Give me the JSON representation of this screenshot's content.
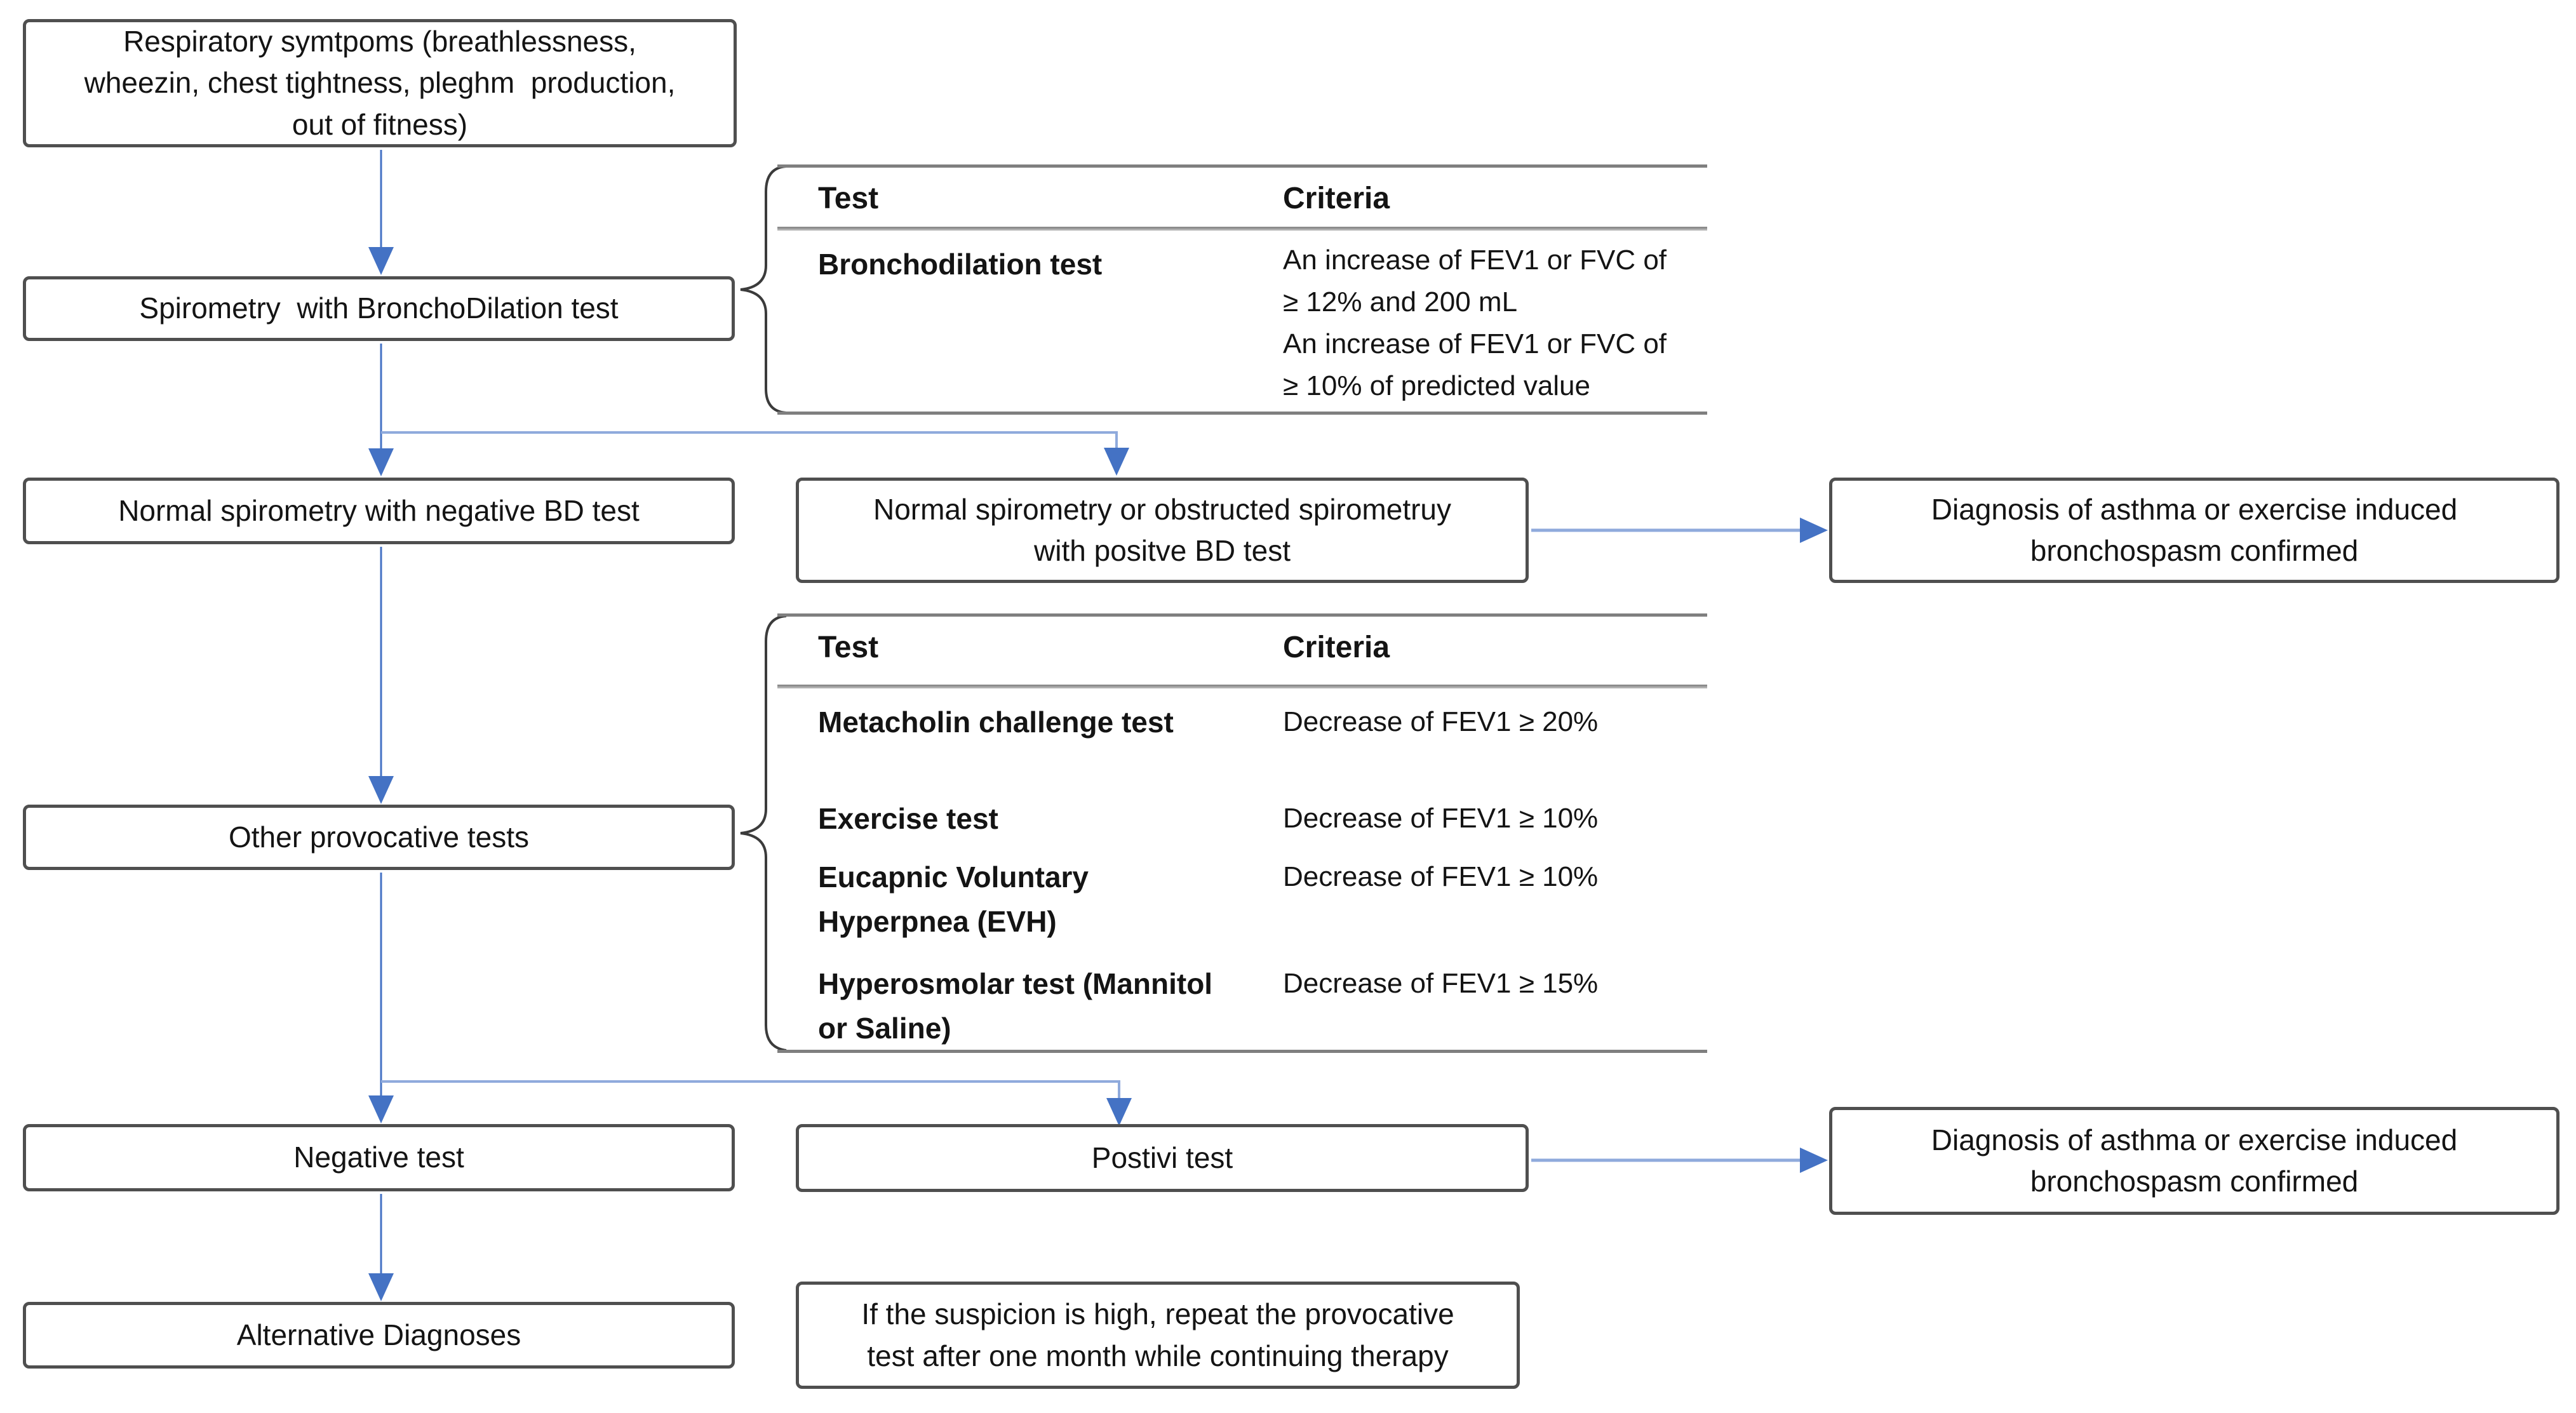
{
  "title": "Asthma / exercise induced bronchospasm diagnostic flowchart",
  "colors": {
    "connector_blue": "#4472c4",
    "connector_light_blue": "#8faadc",
    "box_border_gray": "#4f4f4f",
    "table_rule_gray": "#7f7f7f",
    "text_black": "#141414",
    "background": "#ffffff"
  },
  "boxes": {
    "respiratory": {
      "text": "Respiratory symtpoms (breathlessness,\nwheezin, chest tightness, pleghm  production,\nout of fitness)"
    },
    "spirometry": {
      "text": "Spirometry  with BronchoDilation test"
    },
    "normal_negative": {
      "text": "Normal spirometry with negative BD test"
    },
    "normal_positive": {
      "text": "Normal spirometry or obstructed spirometruy\nwith positve BD test"
    },
    "diagnosis_top": {
      "text": "Diagnosis of asthma or exercise induced\nbronchospasm confirmed"
    },
    "other_tests": {
      "text": "Other provocative tests"
    },
    "negative_test": {
      "text": "Negative test"
    },
    "positive_test": {
      "text": "Postivi test"
    },
    "diagnosis_bottom": {
      "text": "Diagnosis of asthma or exercise induced\nbronchospasm confirmed"
    },
    "alternative": {
      "text": "Alternative Diagnoses"
    },
    "repeat_note": {
      "text": "If the suspicion is high, repeat the provocative\ntest after one month while continuing therapy"
    }
  },
  "tables": [
    {
      "headers": {
        "test": "Test",
        "criteria": "Criteria"
      },
      "rows": [
        {
          "test": "Bronchodilation test",
          "criteria": "An increase of FEV1 or FVC of\n≥ 12% and 200 mL\nAn increase of FEV1 or FVC of\n≥ 10% of predicted value"
        }
      ]
    },
    {
      "headers": {
        "test": "Test",
        "criteria": "Criteria"
      },
      "rows": [
        {
          "test": "Metacholin challenge test",
          "criteria": "Decrease of FEV1 ≥ 20%"
        },
        {
          "test": "Exercise test",
          "criteria": "Decrease of FEV1 ≥ 10%"
        },
        {
          "test": "Eucapnic Voluntary\nHyperpnea (EVH)",
          "criteria": "Decrease of FEV1 ≥ 10%"
        },
        {
          "test": "Hyperosmolar test (Mannitol\nor Saline)",
          "criteria": "Decrease of FEV1 ≥ 15%"
        }
      ]
    }
  ]
}
